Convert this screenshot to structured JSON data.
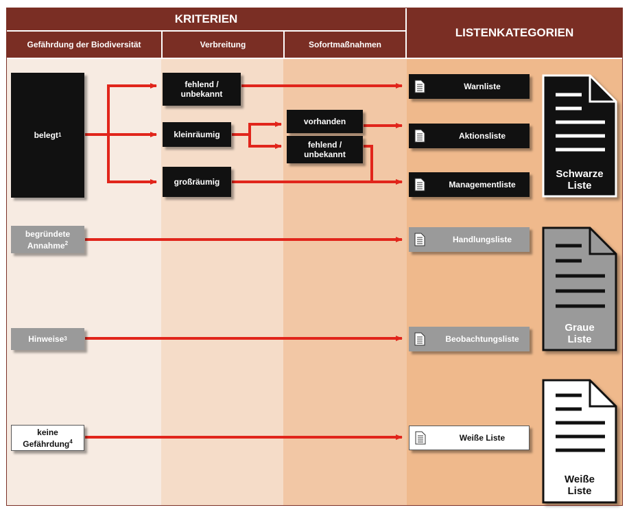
{
  "header": {
    "criteria_title": "KRITERIEN",
    "categories_title": "LISTENKATEGORIEN",
    "columns": [
      "Gefährdung der Biodiversität",
      "Verbreitung",
      "Sofortmaßnahmen"
    ]
  },
  "biodiversity": {
    "belegt": "belegt",
    "belegt_note": "1",
    "begruendet_line1": "begründete",
    "begruendet_line2": "Annahme",
    "begruendet_note": "2",
    "hinweise": "Hinweise",
    "hinweise_note": "3",
    "keine_line1": "keine",
    "keine_line2": "Gefährdung",
    "keine_note": "4"
  },
  "spread": {
    "fehlend_line1": "fehlend /",
    "fehlend_line2": "unbekannt",
    "kleinraeumig": "kleinräumig",
    "grossraeumig": "großräumig"
  },
  "measures": {
    "vorhanden": "vorhanden",
    "fehlend_line1": "fehlend /",
    "fehlend_line2": "unbekannt"
  },
  "lists": {
    "warnliste": "Warnliste",
    "aktionsliste": "Aktionsliste",
    "managementliste": "Managementliste",
    "handlungsliste": "Handlungsliste",
    "beobachtungsliste": "Beobachtungsliste",
    "weisse_liste": "Weiße Liste"
  },
  "big_lists": {
    "schwarze_line1": "Schwarze",
    "schwarze_line2": "Liste",
    "graue_line1": "Graue",
    "graue_line2": "Liste",
    "weisse_line1": "Weiße",
    "weisse_line2": "Liste"
  },
  "colors": {
    "header_bg": "#7a2e24",
    "arrow": "#e1251b",
    "col1": "#f7ebe2",
    "col2": "#f5dcc8",
    "col3": "#f2c7a5",
    "col4": "#efb98c"
  }
}
